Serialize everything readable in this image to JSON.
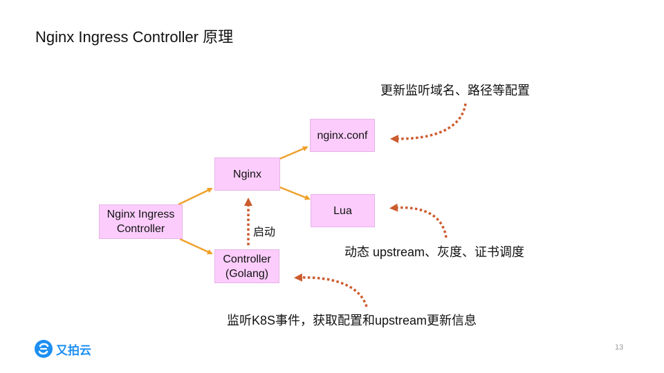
{
  "slide": {
    "title": "Nginx Ingress Controller 原理",
    "page_number": "13"
  },
  "nodes": {
    "ingress_controller": [
      "Nginx Ingress",
      "Controller"
    ],
    "nginx": "Nginx",
    "nginx_conf": "nginx.conf",
    "lua": "Lua",
    "controller_golang": [
      "Controller",
      "(Golang)"
    ]
  },
  "edge_labels": {
    "start": "启动"
  },
  "annotations": {
    "conf": "更新监听域名、路径等配置",
    "lua": "动态 upstream、灰度、证书调度",
    "controller": "监听K8S事件，获取配置和upstream更新信息"
  },
  "logo": {
    "text": "又拍云",
    "icon": "upyun-logo-icon"
  },
  "colors": {
    "box_fill": "#fccdfc",
    "solid_arrow": "#f0a02a",
    "dotted_arrow": "#cc5b2e",
    "logo_blue": "#1d8ff2"
  }
}
